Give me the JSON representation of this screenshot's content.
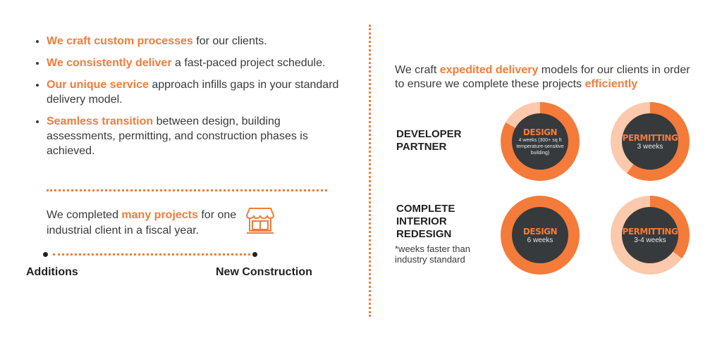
{
  "left": {
    "bullets": [
      {
        "highlight": "We craft custom processes",
        "rest": " for our clients."
      },
      {
        "highlight": "We consistently deliver",
        "rest": " a fast-paced project schedule."
      },
      {
        "highlight": "Our unique service",
        "rest": " approach infills gaps in your standard delivery model."
      },
      {
        "highlight": "Seamless transition",
        "rest": " between design, building assessments, permitting, and construction phases is achieved."
      }
    ],
    "completed": {
      "pre": "We  completed ",
      "highlight": "many projects",
      "post": " for one industrial client in a fiscal year."
    },
    "timeline": {
      "start": "Additions",
      "end": "New Construction"
    }
  },
  "right": {
    "intro": {
      "p1": "We craft ",
      "h1": "expedited delivery",
      "p2": " models for our clients in order to ensure we complete these projects ",
      "h2": "efficiently"
    },
    "rows": [
      {
        "category": "DEVELOPER PARTNER",
        "donuts": [
          {
            "title": "DESIGN",
            "subtitle": "4 weeks (300+ sq ft temperature-sensitive building)",
            "fraction": 0.83
          },
          {
            "title": "PERMITTING",
            "subtitle": "3 weeks",
            "fraction": 0.6
          }
        ]
      },
      {
        "category": "COMPLETE INTERIOR REDESIGN",
        "note": "*weeks faster than industry standard",
        "donuts": [
          {
            "title": "DESIGN",
            "subtitle": "6 weeks",
            "fraction": 1.0
          },
          {
            "title": "PERMITTING",
            "subtitle": "3-4 weeks",
            "fraction": 0.35
          }
        ]
      }
    ]
  },
  "colors": {
    "orange": "#f47b3a",
    "light": "#fcc9ac",
    "dark": "#363a3c"
  }
}
